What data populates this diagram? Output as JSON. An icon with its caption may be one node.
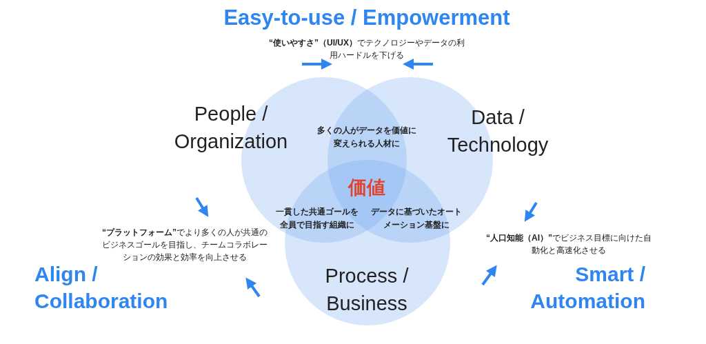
{
  "diagram": {
    "title": "Easy-to-use / Empowerment",
    "nodes": [
      {
        "text": [
          "People / Organization"
        ]
      },
      {
        "text": [
          "Data / Technology"
        ]
      },
      {
        "text": [
          "Process / Business"
        ]
      }
    ],
    "labels": [
      "**“使いやすさ”（UI/UX）**でテクノロジーやデータの利用ハードルを下げる",
      "多くの人がデータを価値に変えられる人材に",
      "価値",
      "一貫した共通ゴールを全員で目指す組織に",
      "データに基づいたオートメーション基盤に",
      "**“プラットフォーム”**でより多くの人が共通のビジネスゴールを目指し、チームコラボレーションの効果と効率を向上させる",
      "**“人口知能（AI）”**でビジネス目標に向けた自動化と高速化させる",
      "Align / Collaboration",
      "Smart / Automation"
    ]
  }
}
